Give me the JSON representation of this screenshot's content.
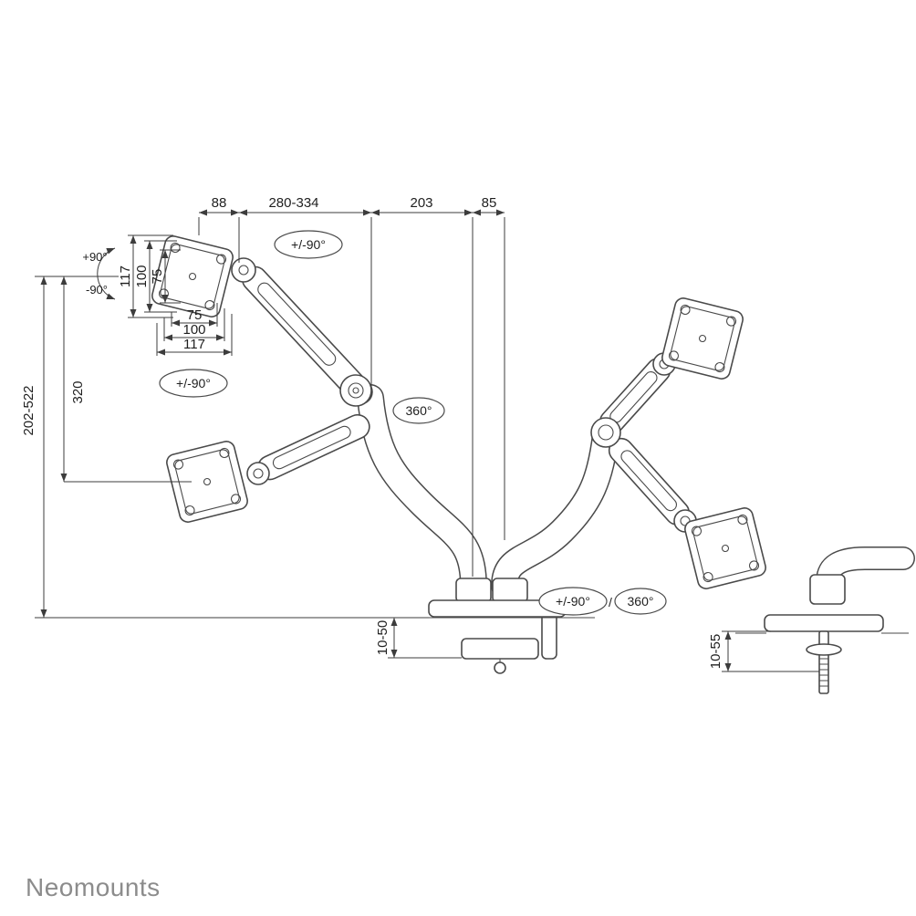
{
  "brand": {
    "name": "Neomounts"
  },
  "labels": {
    "top_offset_left": "88",
    "arm_reach": "280-334",
    "arm_mid_reach": "203",
    "top_offset_right": "85",
    "tilt_plus": "+90°",
    "tilt_minus": "-90°",
    "plate_height_outer": "117",
    "plate_height_holes": "100",
    "plate_height_vesa": "75",
    "plate_width_vesa": "75",
    "plate_width_holes": "100",
    "plate_width_outer": "117",
    "swivel_upper_arm": "+/-90°",
    "swivel_head": "+/-90°",
    "rotate_arm": "360°",
    "swivel_base": "+/-90°",
    "slash": "/",
    "rotate_base": "360°",
    "pole_height": "320",
    "height_range": "202-522",
    "clamp_thickness": "10-50",
    "grommet_thickness": "10-55"
  },
  "colors": {
    "line": "#4a4a4a",
    "dimension": "#3c3c3c",
    "text": "#1f1f1f",
    "brand_gray": "#8c8c8c"
  }
}
